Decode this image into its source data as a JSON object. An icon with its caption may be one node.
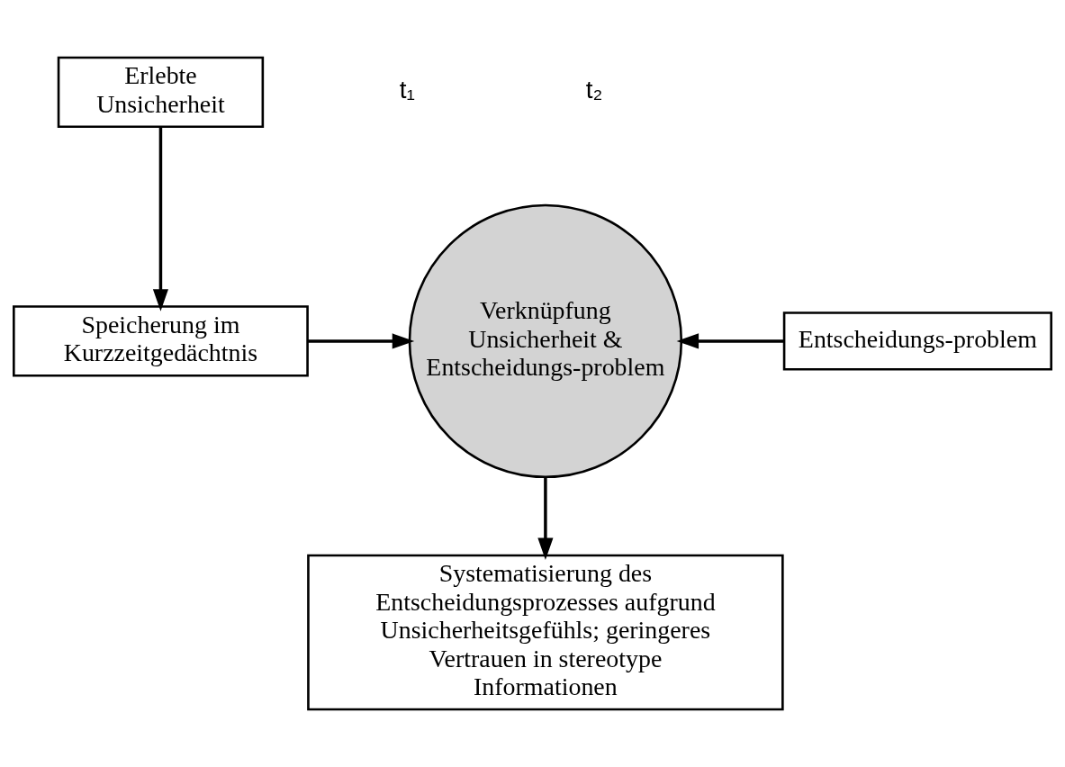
{
  "diagram": {
    "nodes": [
      {
        "text": [
          "Erlebte Unsicherheit"
        ]
      },
      {
        "text": [
          "Speicherung im Kurzzeitgedächtnis"
        ]
      },
      {
        "text": [
          "Verknüpfung Unsicherheit & Entscheidungs-problem"
        ]
      },
      {
        "text": [
          "Entscheidungs-problem"
        ]
      },
      {
        "text": [
          "Systematisierung des Entscheidungsprozesses aufgrund Unsicherheitsgefühls; geringeres Vertrauen in stereotype Informationen"
        ]
      }
    ],
    "edges": [
      {
        "from": 0,
        "to": 1,
        "arrow": "to"
      },
      {
        "from": 1,
        "to": 2,
        "arrow": "to"
      },
      {
        "from": 3,
        "to": 2,
        "arrow": "to"
      },
      {
        "from": 2,
        "to": 4,
        "arrow": "to"
      }
    ],
    "labels": [
      "t₁",
      "t₂"
    ]
  }
}
